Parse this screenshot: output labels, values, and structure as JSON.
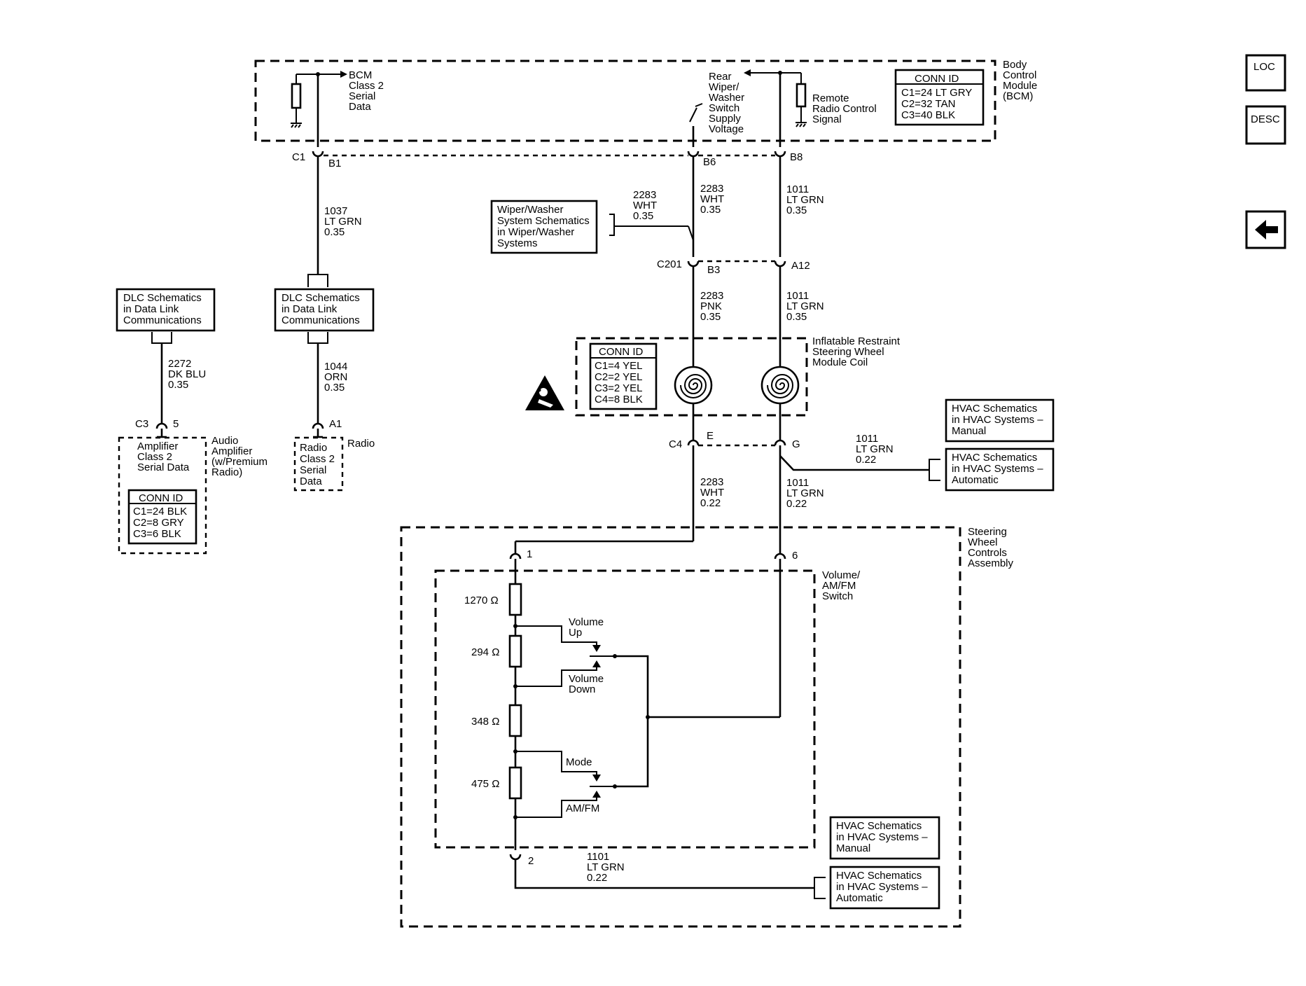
{
  "bcm": {
    "class2_label": [
      "BCM",
      "Class 2",
      "Serial",
      "Data"
    ],
    "rear_wiper_label": [
      "Rear",
      "Wiper/",
      "Washer",
      "Switch",
      "Supply",
      "Voltage"
    ],
    "remote_radio_label": [
      "Remote",
      "Radio Control",
      "Signal"
    ],
    "module_label": [
      "Body",
      "Control",
      "Module",
      "(BCM)"
    ],
    "conn_id": {
      "title": "CONN ID",
      "rows": [
        "C1=24 LT GRY",
        "C2=32 TAN",
        "C3=40 BLK"
      ]
    },
    "connector": "C1",
    "pins": {
      "b1": "B1",
      "b6": "B6",
      "b8": "B8"
    }
  },
  "wires": {
    "w1037": [
      "1037",
      "LT GRN",
      "0.35"
    ],
    "w1044": [
      "1044",
      "ORN",
      "0.35"
    ],
    "w2272": [
      "2272",
      "DK BLU",
      "0.35"
    ],
    "w2283_top_left": [
      "2283",
      "WHT",
      "0.35"
    ],
    "w2283_top": [
      "2283",
      "WHT",
      "0.35"
    ],
    "w1011_top": [
      "1011",
      "LT GRN",
      "0.35"
    ],
    "w2283_pnk": [
      "2283",
      "PNK",
      "0.35"
    ],
    "w1011_mid": [
      "1011",
      "LT GRN",
      "0.35"
    ],
    "w2283_low": [
      "2283",
      "WHT",
      "0.22"
    ],
    "w1011_low": [
      "1011",
      "LT GRN",
      "0.22"
    ],
    "w1011_hvac": [
      "1011",
      "LT GRN",
      "0.22"
    ],
    "w1101": [
      "1101",
      "LT GRN",
      "0.22"
    ]
  },
  "refs": {
    "wiper_washer": [
      "Wiper/Washer",
      "System Schematics",
      "in Wiper/Washer",
      "Systems"
    ],
    "dlc_left": [
      "DLC Schematics",
      "in Data Link",
      "Communications"
    ],
    "dlc_mid": [
      "DLC Schematics",
      "in Data Link",
      "Communications"
    ],
    "hvac_manual_top": [
      "HVAC Schematics",
      "in HVAC Systems –",
      "Manual"
    ],
    "hvac_auto_top": [
      "HVAC Schematics",
      "in HVAC Systems –",
      "Automatic"
    ],
    "hvac_manual_bottom": [
      "HVAC Schematics",
      "in HVAC Systems –",
      "Manual"
    ],
    "hvac_auto_bottom": [
      "HVAC Schematics",
      "in HVAC Systems –",
      "Automatic"
    ]
  },
  "connectors": {
    "c201": "C201",
    "b3": "B3",
    "a12": "A12",
    "c4": "C4",
    "e": "E",
    "g": "G",
    "c3": "C3",
    "pin5": "5",
    "a1": "A1",
    "pin1": "1",
    "pin6": "6",
    "pin2": "2"
  },
  "coil": {
    "label": [
      "Inflatable Restraint",
      "Steering Wheel",
      "Module Coil"
    ],
    "conn_id": {
      "title": "CONN ID",
      "rows": [
        "C1=4 YEL",
        "C2=2 YEL",
        "C3=2 YEL",
        "C4=8 BLK"
      ]
    }
  },
  "amplifier": {
    "inner_label": [
      "Amplifier",
      "Class 2",
      "Serial Data"
    ],
    "side_label": [
      "Audio",
      "Amplifier",
      "(w/Premium",
      "Radio)"
    ],
    "conn_id": {
      "title": "CONN ID",
      "rows": [
        "C1=24 BLK",
        "C2=8 GRY",
        "C3=6 BLK"
      ]
    }
  },
  "radio": {
    "inner_label": [
      "Radio",
      "Class 2",
      "Serial",
      "Data"
    ],
    "side_label": "Radio"
  },
  "steering_controls": {
    "label": [
      "Steering",
      "Wheel",
      "Controls",
      "Assembly"
    ],
    "switch_label": [
      "Volume/",
      "AM/FM",
      "Switch"
    ],
    "resistors": [
      "1270 Ω",
      "294 Ω",
      "348 Ω",
      "475 Ω"
    ],
    "switches": {
      "volume_up": [
        "Volume",
        "Up"
      ],
      "volume_down": [
        "Volume",
        "Down"
      ],
      "mode": "Mode",
      "am_fm": "AM/FM"
    }
  },
  "nav": {
    "loc": "LOC",
    "desc": "DESC"
  }
}
